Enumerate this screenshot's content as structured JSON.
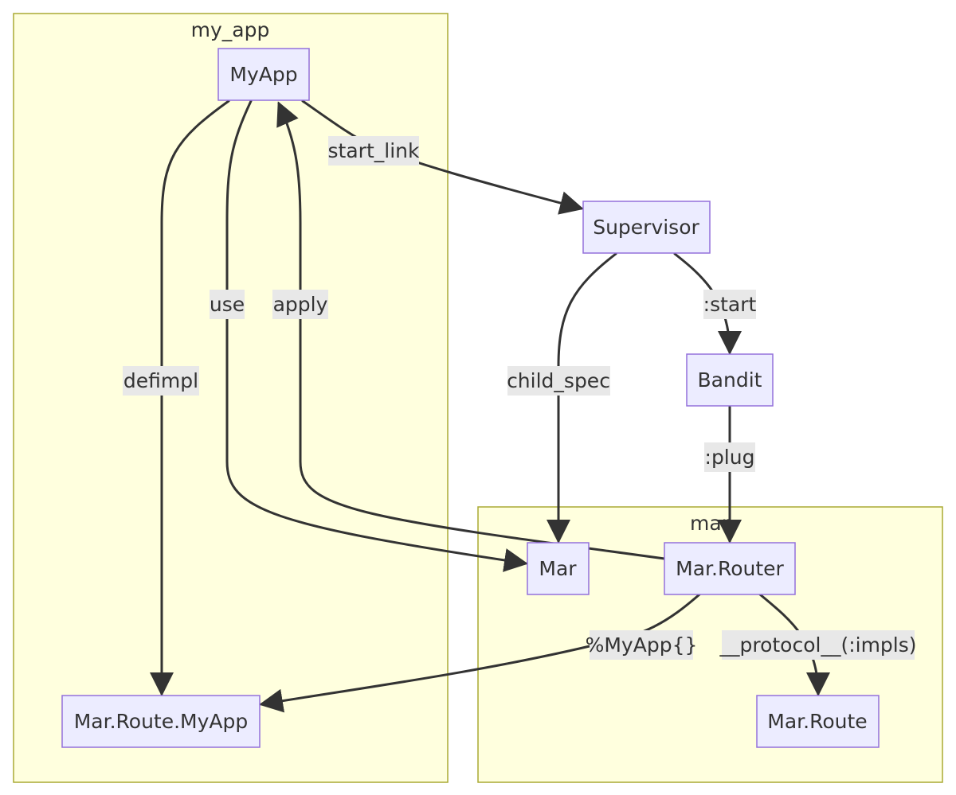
{
  "clusters": {
    "my_app": "my_app",
    "mar": "mar"
  },
  "nodes": {
    "myapp": "MyApp",
    "supervisor": "Supervisor",
    "bandit": "Bandit",
    "mar": "Mar",
    "mar_router": "Mar.Router",
    "mar_route_myapp": "Mar.Route.MyApp",
    "mar_route": "Mar.Route"
  },
  "edges": {
    "start_link": "start_link",
    "use": "use",
    "apply": "apply",
    "defimpl": "defimpl",
    "child_spec": "child_spec",
    "start": ":start",
    "plug": ":plug",
    "myapp_struct": "%MyApp{}",
    "protocol_impls": "__protocol__(:impls)"
  },
  "colors": {
    "cluster_fill": "#ffffde",
    "cluster_stroke": "#aaaa33",
    "node_fill": "#ececff",
    "node_stroke": "#9370db",
    "edge": "#333333",
    "edge_label_bg": "#e8e8e8"
  }
}
